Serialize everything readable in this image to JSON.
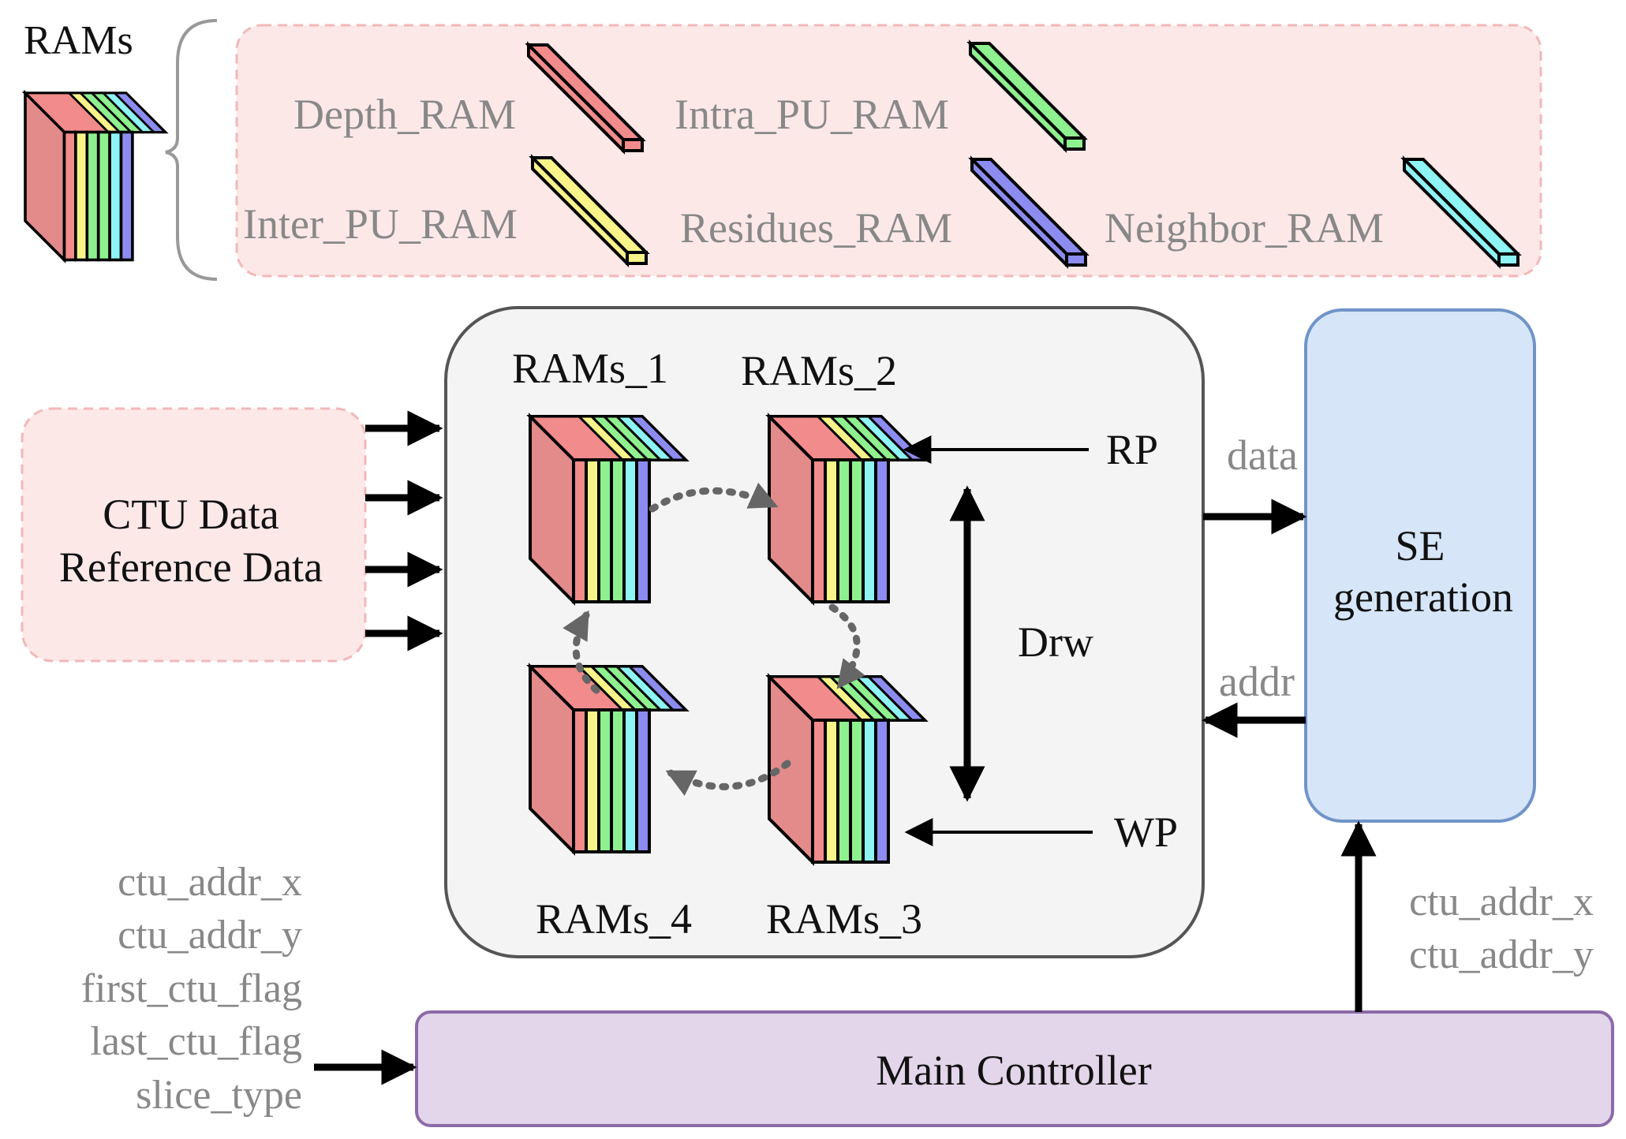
{
  "legend": {
    "title": "RAMs",
    "items": [
      {
        "label": "Depth_RAM",
        "color": "#f28b8b"
      },
      {
        "label": "Intra_PU_RAM",
        "color": "#8ef08e"
      },
      {
        "label": "Inter_PU_RAM",
        "color": "#f8f48a"
      },
      {
        "label": "Residues_RAM",
        "color": "#8c8cf0"
      },
      {
        "label": "Neighbor_RAM",
        "color": "#8ef4f4"
      }
    ]
  },
  "input_box": {
    "line1": "CTU Data",
    "line2": "Reference Data"
  },
  "ram_groups": [
    "RAMs_1",
    "RAMs_2",
    "RAMs_3",
    "RAMs_4"
  ],
  "pointers": {
    "read": "RP",
    "write": "WP",
    "distance": "Drw"
  },
  "se_block": {
    "line1": "SE",
    "line2": "generation",
    "data_label": "data",
    "addr_label": "addr"
  },
  "controller": {
    "label": "Main Controller",
    "inputs": [
      "ctu_addr_x",
      "ctu_addr_y",
      "first_ctu_flag",
      "last_ctu_flag",
      "slice_type"
    ],
    "outputs": [
      "ctu_addr_x",
      "ctu_addr_y"
    ]
  },
  "colors": {
    "legend_bg": "#fde8e8",
    "legend_border": "#f2b8b8",
    "core_bg": "#f4f4f4",
    "core_border": "#555555",
    "se_bg": "#d6e6f8",
    "se_border": "#7094c8",
    "controller_bg": "#e3d5ea",
    "controller_border": "#8c6aa8",
    "cube_front": "#e38a8a",
    "dashed_arrow": "#666666"
  }
}
